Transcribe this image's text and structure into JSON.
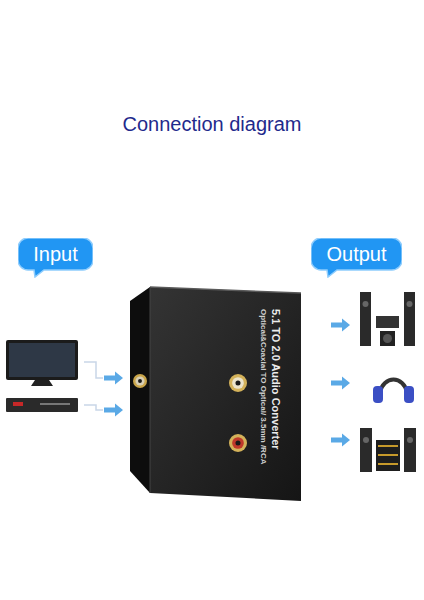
{
  "diagram": {
    "title": "Connection diagram",
    "nodes": [
      {
        "text": [
          "Input"
        ]
      },
      {
        "text": [
          "Output"
        ]
      },
      {
        "text": [
          "5.1 TO 2.0 Audio Converter",
          "Optical&Coaxial TO Optical/ 3.5mm /RCA"
        ]
      }
    ]
  }
}
